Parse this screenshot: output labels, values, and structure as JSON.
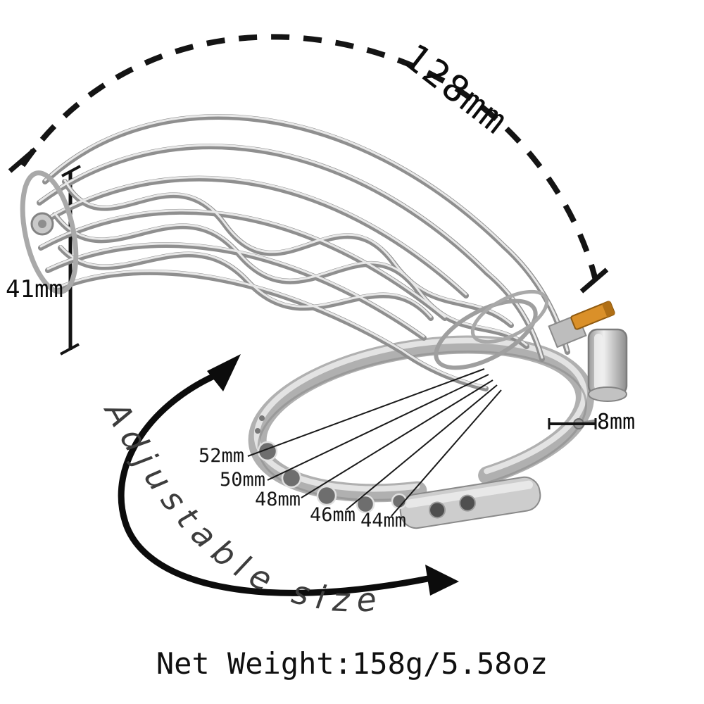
{
  "page": {
    "background": "#ffffff"
  },
  "measurements": {
    "overall_length": "128mm",
    "cage_height": "41mm",
    "ring_gap": "8mm"
  },
  "ring_size_labels": [
    "52mm",
    "50mm",
    "48mm",
    "46mm",
    "44mm"
  ],
  "adjustable_label": "Adjustable size",
  "net_weight": "Net Weight:158g/5.58oz",
  "colors": {
    "metal_light": "#ececec",
    "metal_mid": "#b6b6b6",
    "metal_dark": "#7a7a7a",
    "brass": "#d98e2b",
    "ink": "#0c0c0c",
    "script_gray": "#3d3d3d"
  }
}
